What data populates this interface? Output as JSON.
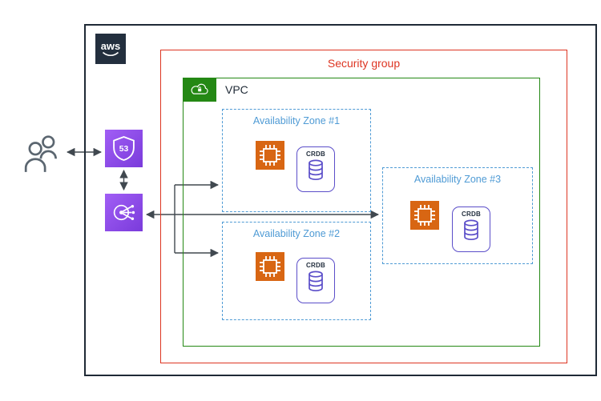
{
  "aws": {
    "logo_text": "aws"
  },
  "security_group": {
    "label": "Security group",
    "color": "#DD3522"
  },
  "vpc": {
    "label": "VPC",
    "color": "#248814"
  },
  "zones": [
    {
      "label": "Availability Zone #1",
      "node": {
        "label": "CRDB"
      }
    },
    {
      "label": "Availability Zone #2",
      "node": {
        "label": "CRDB"
      }
    },
    {
      "label": "Availability Zone #3",
      "node": {
        "label": "CRDB"
      }
    }
  ],
  "icons": {
    "users": "users-icon",
    "route53": "route53-icon",
    "route53_text": "53",
    "load_balancer": "load-balancer-icon",
    "ec2": "ec2-instance-icon",
    "database": "database-icon",
    "vpc": "vpc-icon",
    "aws_cloud": "aws-logo"
  },
  "colors": {
    "az_blue": "#4F9BD5",
    "compute_orange": "#D86613",
    "network_purple": "#8C4FFF",
    "database_purple": "#5B4EC9",
    "outline_dark": "#232F3E",
    "arrow_gray": "#40484F"
  }
}
